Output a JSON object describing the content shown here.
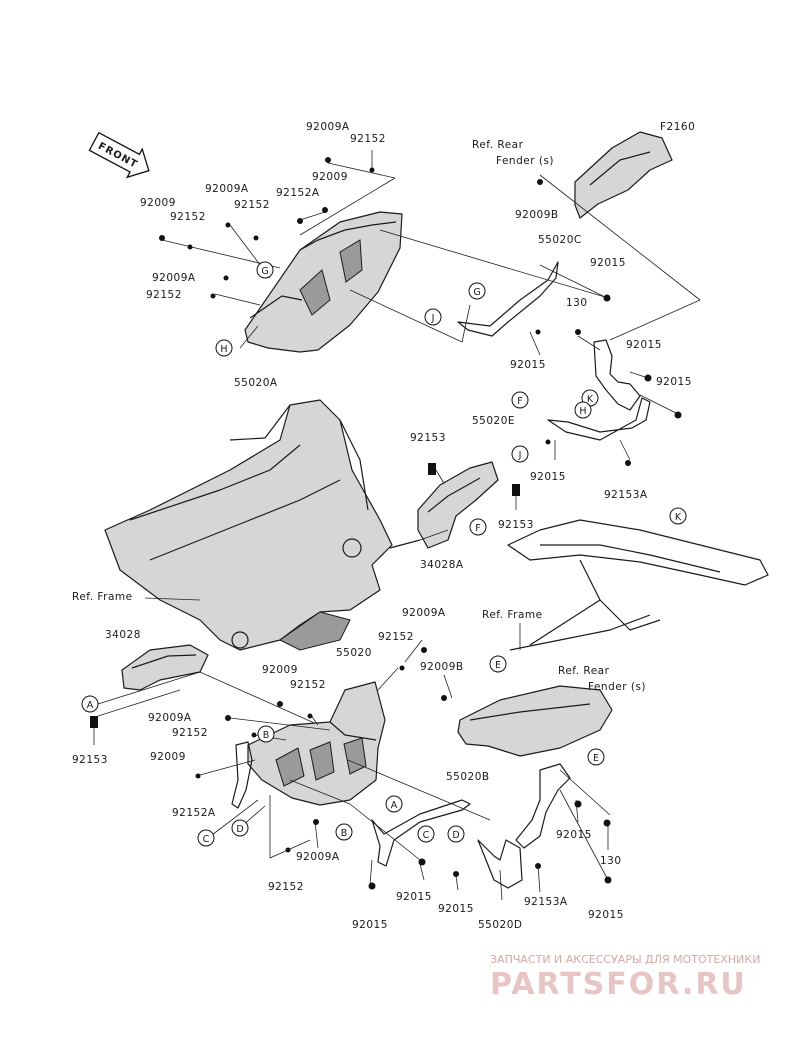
{
  "figure_code": "F2160",
  "front_arrow": "FRONT",
  "ref_labels": {
    "rear_fender_top_1": "Ref. Rear",
    "rear_fender_top_2": "Fender (s)",
    "frame_left": "Ref. Frame",
    "frame_right": "Ref. Frame",
    "rear_fender_bottom_1": "Ref. Rear",
    "rear_fender_bottom_2": "Fender (s)"
  },
  "part_labels": [
    {
      "id": "p1",
      "text": "92009A"
    },
    {
      "id": "p2",
      "text": "92152"
    },
    {
      "id": "p3",
      "text": "92009A"
    },
    {
      "id": "p4",
      "text": "92152A"
    },
    {
      "id": "p5",
      "text": "92009"
    },
    {
      "id": "p6",
      "text": "92009"
    },
    {
      "id": "p7",
      "text": "92152"
    },
    {
      "id": "p8",
      "text": "92152"
    },
    {
      "id": "p9",
      "text": "92009A"
    },
    {
      "id": "p10",
      "text": "92152"
    },
    {
      "id": "p11",
      "text": "55020A"
    },
    {
      "id": "p12",
      "text": "92009B"
    },
    {
      "id": "p13",
      "text": "55020C"
    },
    {
      "id": "p14",
      "text": "92015"
    },
    {
      "id": "p15",
      "text": "130"
    },
    {
      "id": "p16",
      "text": "92015"
    },
    {
      "id": "p17",
      "text": "92015"
    },
    {
      "id": "p18",
      "text": "92015"
    },
    {
      "id": "p19",
      "text": "55020E"
    },
    {
      "id": "p20",
      "text": "92015"
    },
    {
      "id": "p21",
      "text": "92153A"
    },
    {
      "id": "p22",
      "text": "92153"
    },
    {
      "id": "p23",
      "text": "92153"
    },
    {
      "id": "p24",
      "text": "34028A"
    },
    {
      "id": "p25",
      "text": "34028"
    },
    {
      "id": "p26",
      "text": "92153"
    },
    {
      "id": "p27",
      "text": "92009A"
    },
    {
      "id": "p28",
      "text": "92152"
    },
    {
      "id": "p29",
      "text": "92009B"
    },
    {
      "id": "p30",
      "text": "55020"
    },
    {
      "id": "p31",
      "text": "92009"
    },
    {
      "id": "p32",
      "text": "92152"
    },
    {
      "id": "p33",
      "text": "92009A"
    },
    {
      "id": "p34",
      "text": "92152"
    },
    {
      "id": "p35",
      "text": "92009"
    },
    {
      "id": "p36",
      "text": "92152A"
    },
    {
      "id": "p37",
      "text": "55020B"
    },
    {
      "id": "p38",
      "text": "92009A"
    },
    {
      "id": "p39",
      "text": "92152"
    },
    {
      "id": "p40",
      "text": "92015"
    },
    {
      "id": "p41",
      "text": "92015"
    },
    {
      "id": "p42",
      "text": "92015"
    },
    {
      "id": "p43",
      "text": "55020D"
    },
    {
      "id": "p44",
      "text": "92153A"
    },
    {
      "id": "p45",
      "text": "92015"
    },
    {
      "id": "p46",
      "text": "130"
    },
    {
      "id": "p47",
      "text": "92015"
    }
  ],
  "callouts": [
    {
      "id": "c1",
      "letter": "G"
    },
    {
      "id": "c2",
      "letter": "H"
    },
    {
      "id": "c3",
      "letter": "G"
    },
    {
      "id": "c4",
      "letter": "J"
    },
    {
      "id": "c5",
      "letter": "K"
    },
    {
      "id": "c6",
      "letter": "F"
    },
    {
      "id": "c7",
      "letter": "H"
    },
    {
      "id": "c8",
      "letter": "J"
    },
    {
      "id": "c9",
      "letter": "F"
    },
    {
      "id": "c10",
      "letter": "K"
    },
    {
      "id": "c11",
      "letter": "E"
    },
    {
      "id": "c12",
      "letter": "A"
    },
    {
      "id": "c13",
      "letter": "B"
    },
    {
      "id": "c14",
      "letter": "C"
    },
    {
      "id": "c15",
      "letter": "D"
    },
    {
      "id": "c16",
      "letter": "A"
    },
    {
      "id": "c17",
      "letter": "B"
    },
    {
      "id": "c18",
      "letter": "C"
    },
    {
      "id": "c19",
      "letter": "D"
    },
    {
      "id": "c20",
      "letter": "E"
    }
  ],
  "watermark": {
    "tagline": "ЗАПЧАСТИ И АКСЕССУАРЫ ДЛЯ МОТОТЕХНИКИ",
    "logo": "PARTSFOR.RU"
  }
}
